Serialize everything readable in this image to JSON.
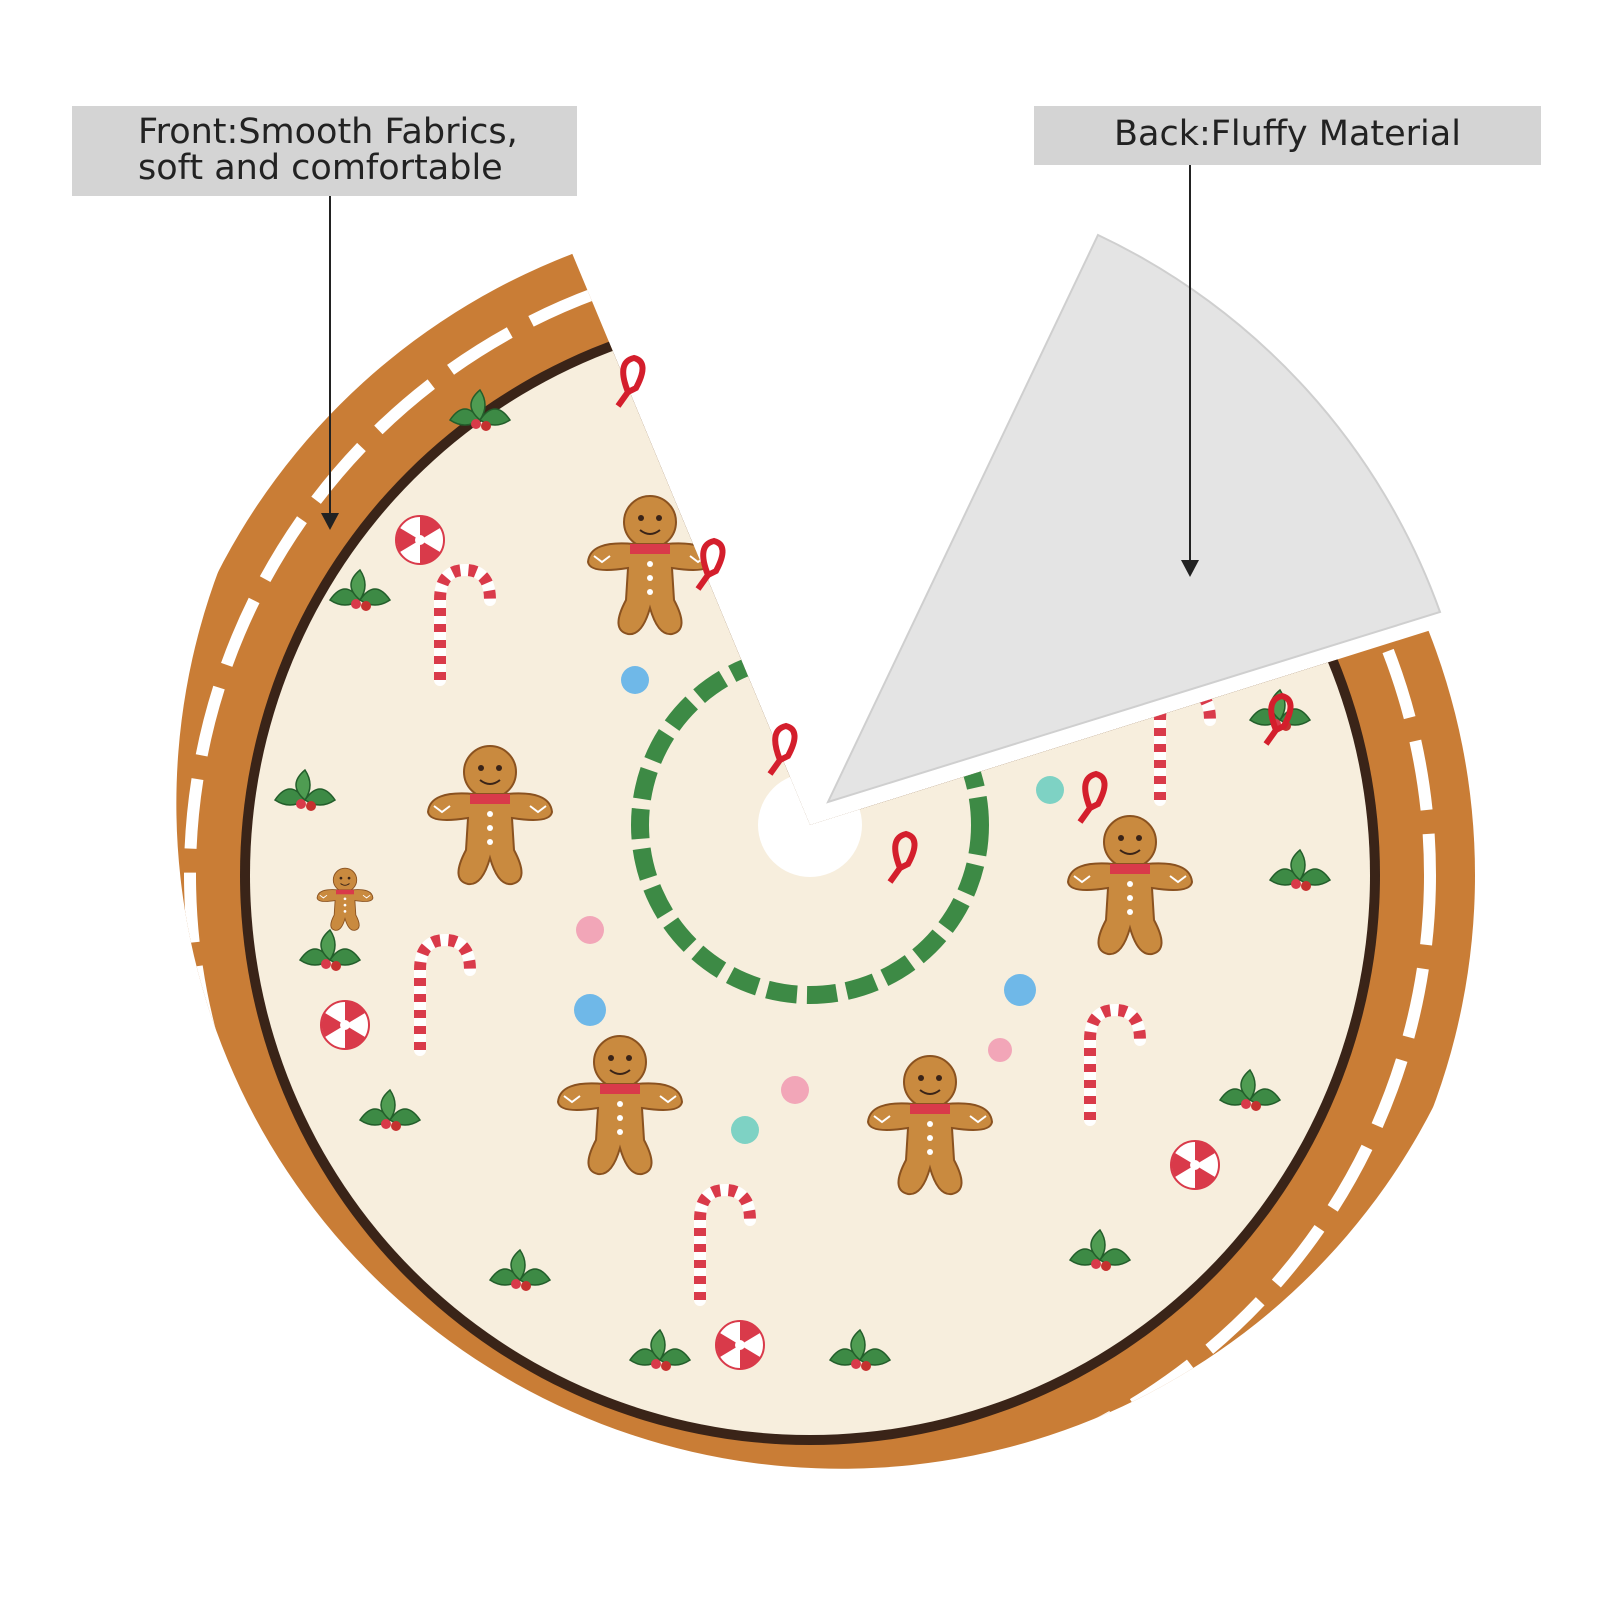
{
  "labels": {
    "front_line1": "Front:Smooth Fabrics,",
    "front_line2": "soft and comfortable",
    "back": "Back:Fluffy Material"
  },
  "colors": {
    "gingerbread_border": "#c97d36",
    "icing": "#ffffff",
    "chocolate_ring": "#3a2418",
    "cream_center": "#f7eedd",
    "back_fabric": "#e4e4e4",
    "label_bg": "#d4d4d4",
    "holly_green": "#3d8a45",
    "candy_red": "#d93a4a",
    "ribbon_red": "#d41e2c"
  },
  "decorations": [
    "gingerbread-man",
    "candy-cane",
    "peppermint-candy",
    "holly-garland",
    "gumdrop",
    "red-ribbon-tie"
  ]
}
